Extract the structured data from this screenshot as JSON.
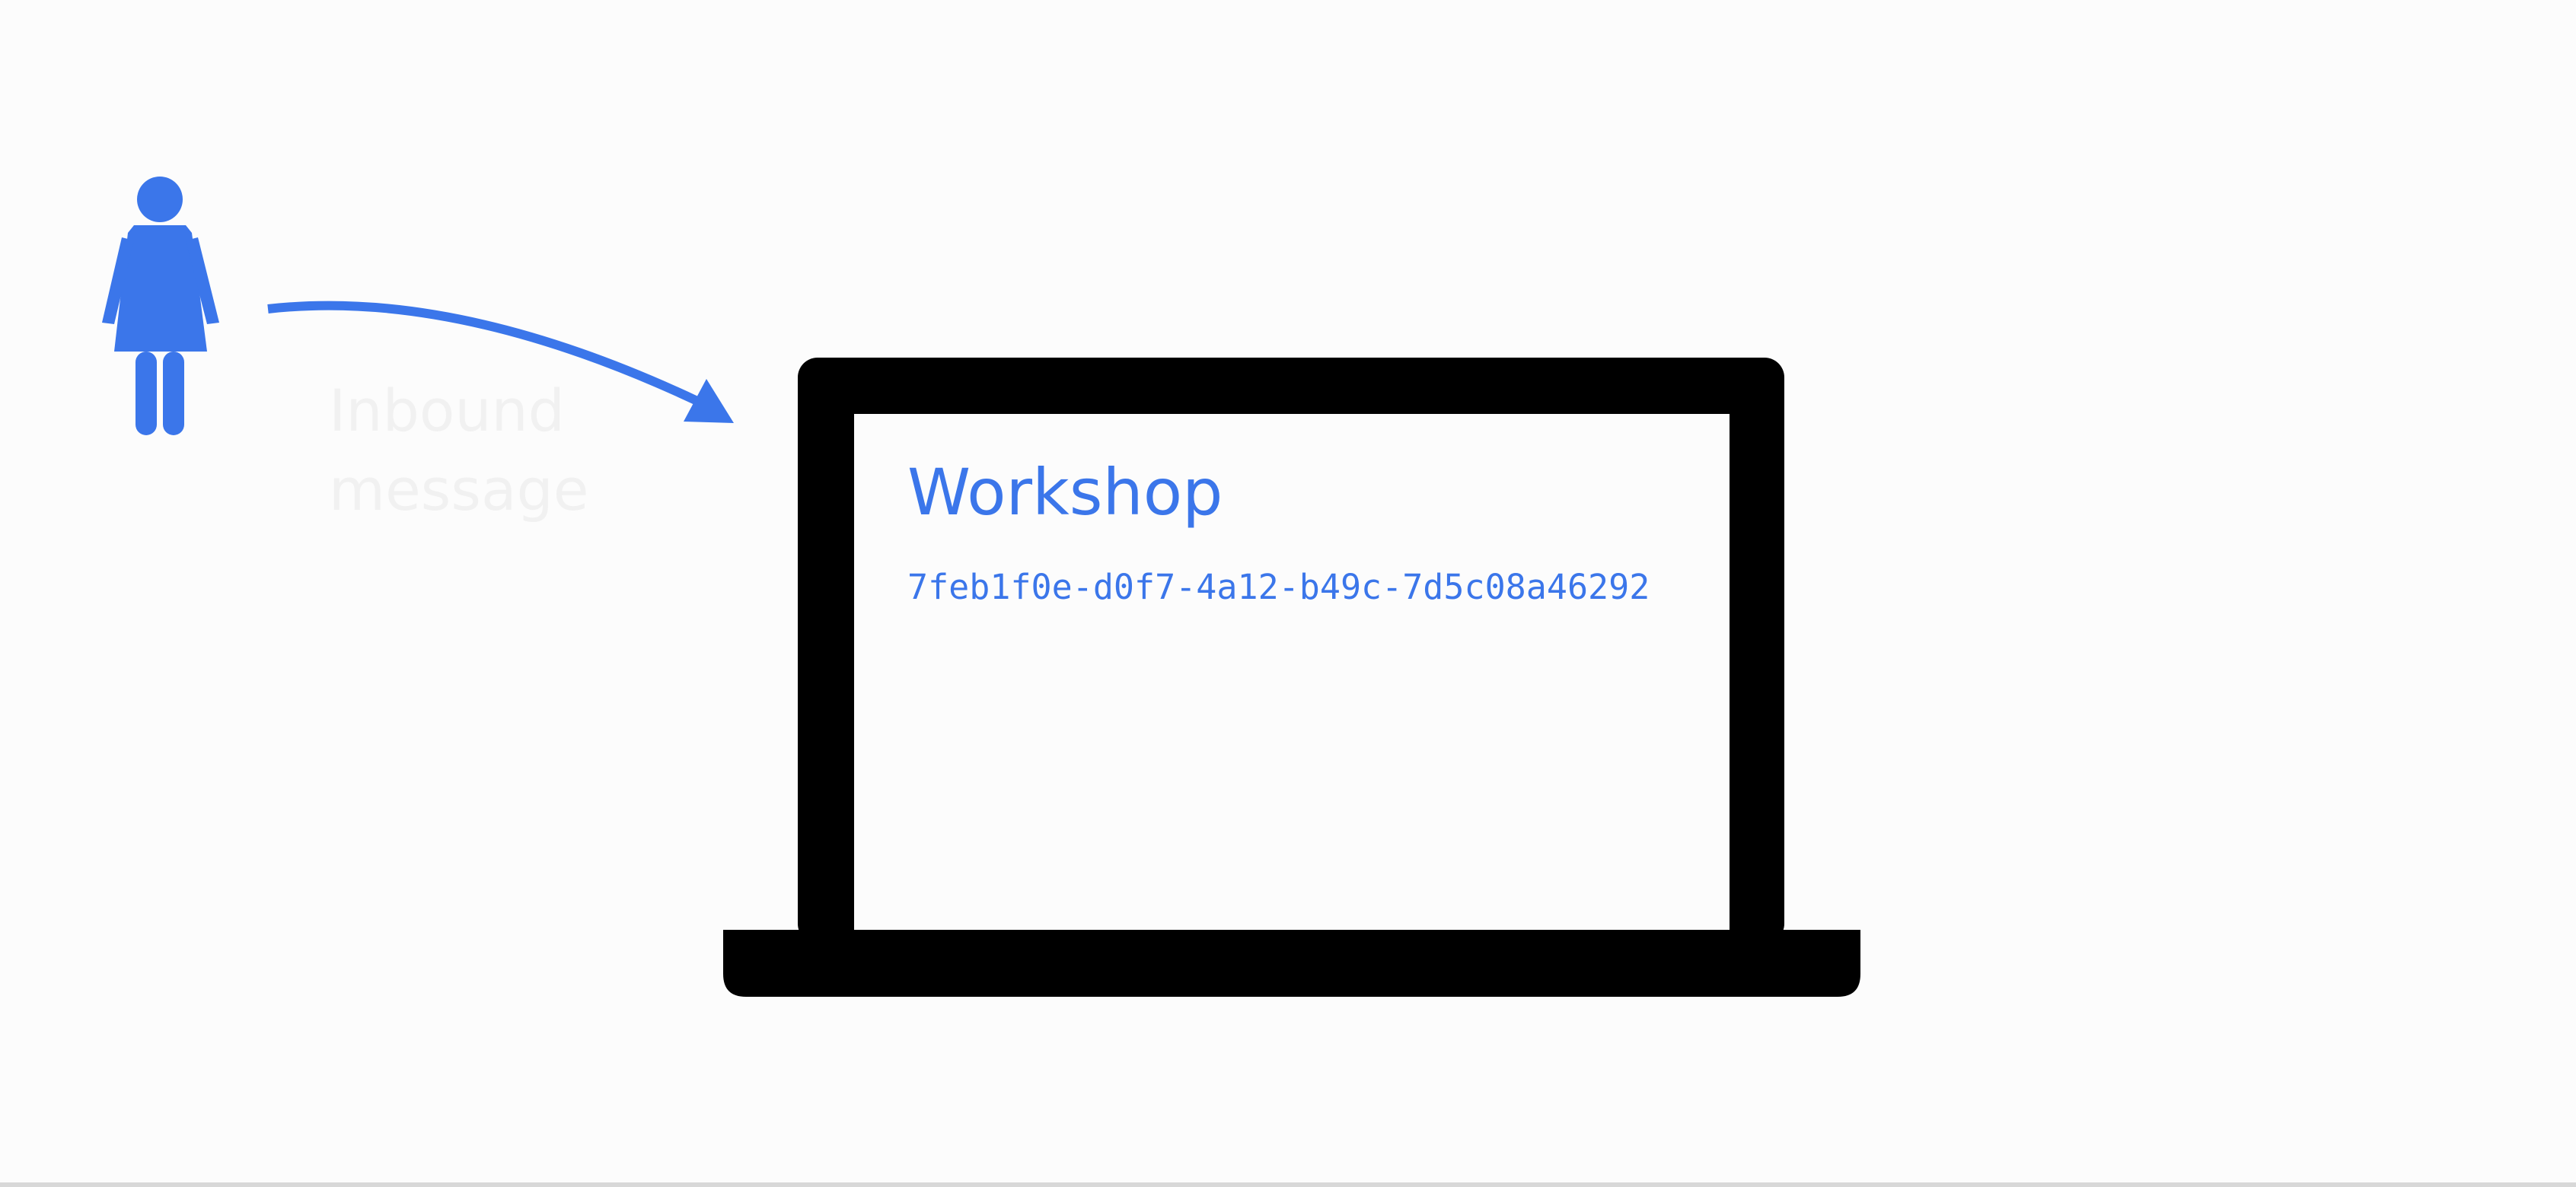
{
  "inbound_label": "Inbound message",
  "screen": {
    "title": "Workshop",
    "id": "7feb1f0e-d0f7-4a12-b49c-7d5c08a46292"
  },
  "colors": {
    "accent": "#3b76ea",
    "laptop": "#000000",
    "screen": "#fcfcfc",
    "background": "#fcfcfc",
    "faint_label": "#f1f1f1"
  },
  "icons": {
    "person": "woman-icon",
    "arrow": "curved-arrow-icon",
    "device": "laptop-icon"
  }
}
